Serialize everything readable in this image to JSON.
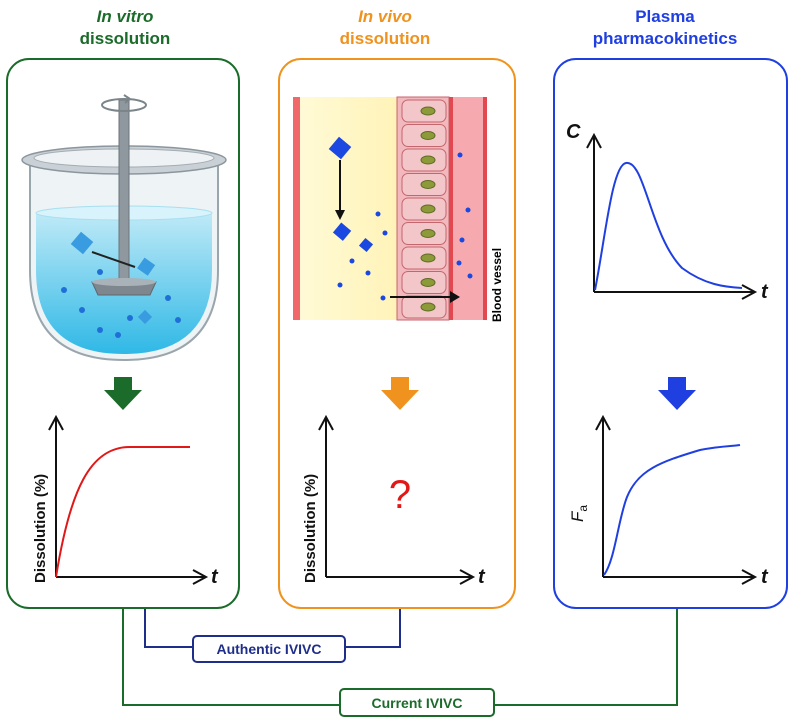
{
  "panels": [
    {
      "title_line1": "In vitro",
      "title_line2": "dissolution",
      "color": "#1b6b2a",
      "ylabel": "Dissolution (%)",
      "xlabel": "t"
    },
    {
      "title_line1": "In vivo",
      "title_line2": "dissolution",
      "color": "#f0921e",
      "ylabel": "Dissolution (%)",
      "xlabel": "t",
      "unknown_mark": "?",
      "vessel_label": "Blood vessel"
    },
    {
      "title_line1": "Plasma",
      "title_line2": "pharmacokinetics",
      "color": "#1f3fe0",
      "top_ylabel": "C",
      "top_xlabel": "t",
      "bottom_ylabel": "F",
      "bottom_ylabel_sub": "a",
      "bottom_xlabel": "t"
    }
  ],
  "correlations": {
    "authentic": {
      "label": "Authentic IVIVC",
      "color": "#1f2e8a"
    },
    "current": {
      "label": "Current IVIVC",
      "color": "#1b6b2a"
    }
  }
}
